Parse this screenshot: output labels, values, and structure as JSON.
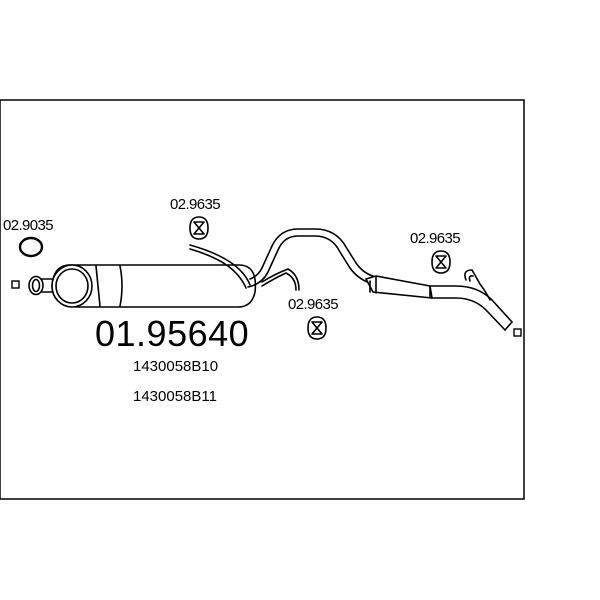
{
  "diagram": {
    "main_part_number": "01.95640",
    "oem_numbers": [
      "1430058B10",
      "1430058B11"
    ],
    "accessories": [
      {
        "id": "gasket",
        "label": "02.9035"
      },
      {
        "id": "hanger-1",
        "label": "02.9635"
      },
      {
        "id": "hanger-2",
        "label": "02.9635"
      },
      {
        "id": "hanger-3",
        "label": "02.9635"
      }
    ]
  },
  "colors": {
    "line": "#000000",
    "background": "#ffffff"
  },
  "icons": [
    "gasket-ring-icon",
    "rubber-hanger-icon",
    "silencer-icon",
    "tailpipe-icon",
    "pipe-end-marker-icon"
  ]
}
